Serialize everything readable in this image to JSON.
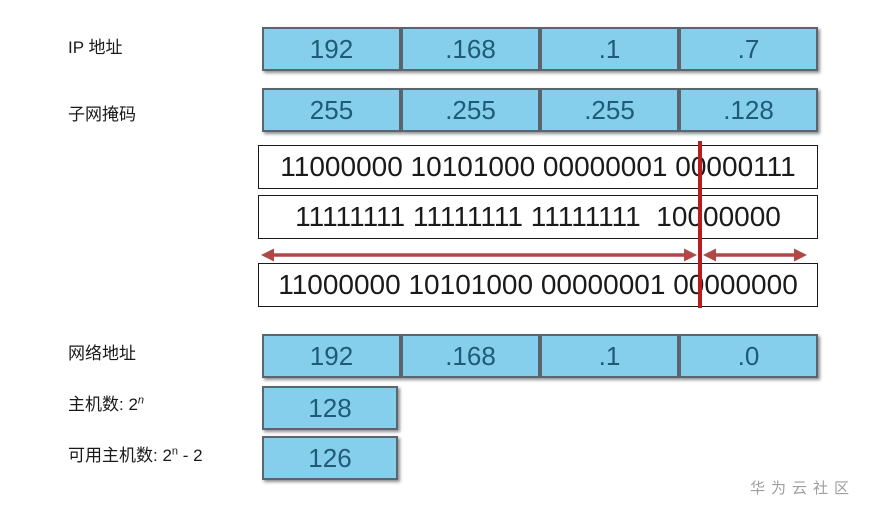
{
  "colors": {
    "cell_fill": "#85CEEC",
    "cell_border": "#5A656D",
    "cell_text": "#1F5B77",
    "binary_border": "#1A1A1A",
    "binary_text": "#1A1A1A",
    "arrow_color": "#B04848",
    "divider_color": "#B91C1C",
    "watermark_color": "#9E9E9E"
  },
  "labels": {
    "ip_address": "IP 地址",
    "subnet_mask": "子网掩码",
    "network_address": "网络地址",
    "hosts_prefix": "主机数: 2",
    "hosts_sup": "n",
    "usable_prefix": "可用主机数: 2",
    "usable_sup": "n",
    "usable_suffix": " - 2"
  },
  "rows": {
    "ip_octets": [
      "192",
      ".168",
      ".1",
      ".7"
    ],
    "mask_octets": [
      "255",
      ".255",
      ".255",
      ".128"
    ],
    "network_octets": [
      "192",
      ".168",
      ".1",
      ".0"
    ],
    "binary_ip": "11000000 10101000 00000001 00000111",
    "binary_mask": "11111111 11111111 11111111  10000000",
    "binary_network": "11000000 10101000 00000001 00000000",
    "hosts_value": "128",
    "usable_value": "126"
  },
  "watermark": "华为云社区"
}
